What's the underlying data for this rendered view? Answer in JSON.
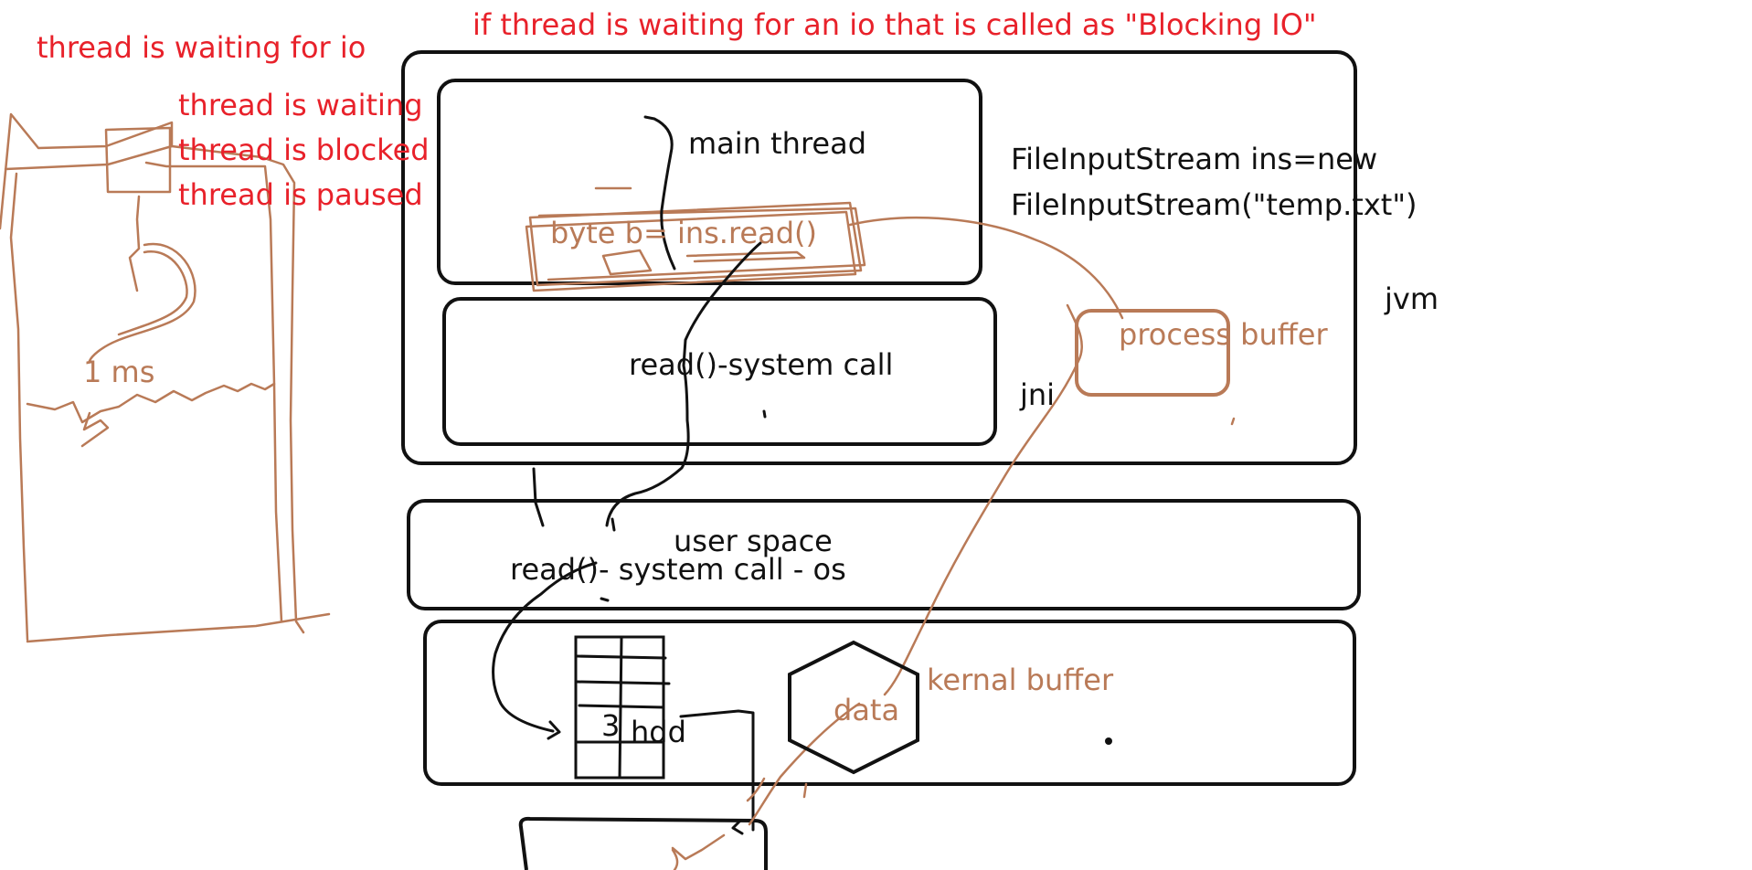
{
  "title": "if thread is waiting for an io that is called as \"Blocking IO\"",
  "notes": {
    "waiting_for_io": "thread is waiting for io",
    "waiting": "thread is waiting",
    "blocked": "thread is blocked",
    "paused": "thread is paused",
    "time": "1 ms"
  },
  "jvm_box": {
    "label": "jvm",
    "main_thread": "main thread",
    "read_statement": "byte b= ins.read()",
    "system_call_box": "read()-system call",
    "code_line_1": "FileInputStream ins=new",
    "code_line_2": "FileInputStream(\"temp.txt\")",
    "process_buffer": "process buffer",
    "jni": "jni"
  },
  "user_space_box": {
    "label": "user space",
    "system_call": "read()- system call - os"
  },
  "kernel_box": {
    "hdd_count": "3",
    "hdd": "hdd",
    "data": "data",
    "kernal_buffer": "kernal buffer"
  },
  "colors": {
    "annotation_red": "#e8212a",
    "sketch_brown": "#b97a57",
    "ink": "#111111"
  }
}
